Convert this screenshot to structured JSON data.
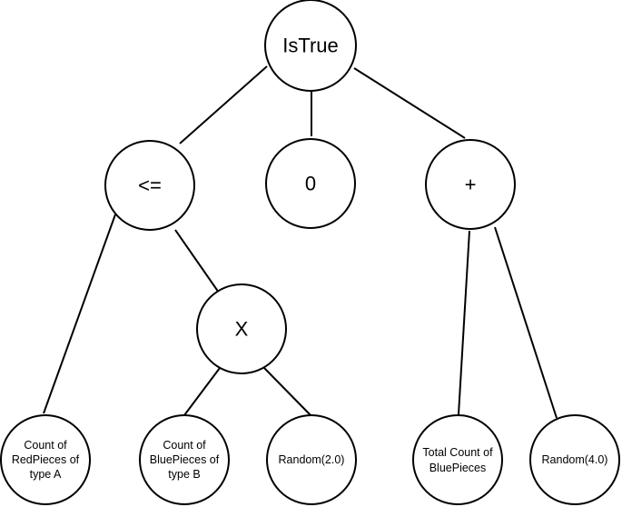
{
  "tree": {
    "root": "IsTrue",
    "op_le": "<=",
    "zero": "0",
    "op_plus": "+",
    "op_times": "X",
    "leaf_red_a": [
      "Count of",
      "RedPieces of",
      "type A"
    ],
    "leaf_blue_b": [
      "Count of",
      "BluePieces of",
      "type B"
    ],
    "leaf_rand2": [
      "Random(2.0)"
    ],
    "leaf_total_blue": [
      "Total Count of",
      "BluePieces"
    ],
    "leaf_rand4": [
      "Random(4.0)"
    ]
  }
}
